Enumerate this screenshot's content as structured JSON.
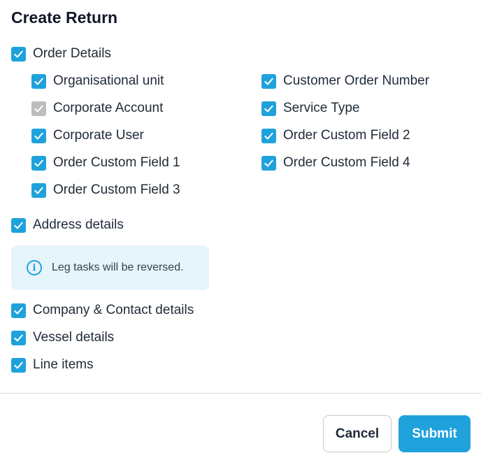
{
  "dialog": {
    "title": "Create Return"
  },
  "order_details": {
    "label": "Order Details"
  },
  "order_fields": {
    "organisational_unit": "Organisational unit",
    "corporate_account": "Corporate Account",
    "corporate_user": "Corporate User",
    "order_custom_field_1": "Order Custom Field 1",
    "order_custom_field_3": "Order Custom Field 3",
    "customer_order_number": "Customer Order Number",
    "service_type": "Service Type",
    "order_custom_field_2": "Order Custom Field 2",
    "order_custom_field_4": "Order Custom Field 4"
  },
  "address_details": {
    "label": "Address details"
  },
  "info": {
    "icon": "info-icon",
    "text": "Leg tasks will be reversed."
  },
  "company_contact": {
    "label": "Company & Contact details"
  },
  "vessel": {
    "label": "Vessel details"
  },
  "line_items": {
    "label": "Line items"
  },
  "buttons": {
    "cancel": "Cancel",
    "submit": "Submit"
  },
  "colors": {
    "accent": "#1fa2dc",
    "disabled": "#bdbdbd",
    "info_bg": "#e6f4fb"
  }
}
